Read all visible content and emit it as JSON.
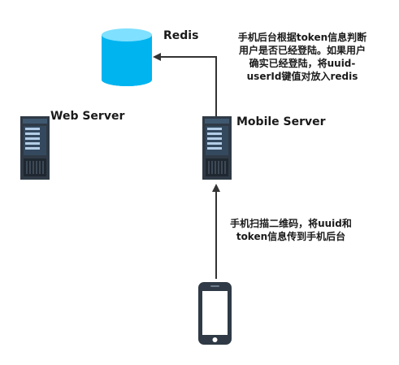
{
  "nodes": {
    "redis": {
      "label": "Redis",
      "icon": "database-cylinder-icon",
      "color": "#00B4F0"
    },
    "web_server": {
      "label": "Web Server",
      "icon": "server-tower-icon"
    },
    "mobile_server": {
      "label": "Mobile Server",
      "icon": "server-tower-icon"
    },
    "phone": {
      "icon": "smartphone-icon"
    }
  },
  "notes": {
    "backend_note": [
      "手机后台根据token信息判断",
      "用户是否已经登陆。如果用户",
      "确实已经登陆，将uuid-",
      "userId键值对放入redis"
    ],
    "scan_note": [
      "手机扫描二维码，将uuid和",
      "token信息传到手机后台"
    ]
  },
  "colors": {
    "server_body": "#2F3A46",
    "server_panel": "#3F5870",
    "server_slot": "#B4CDE6",
    "phone_body": "#2F3A46",
    "arrow": "#333333"
  }
}
